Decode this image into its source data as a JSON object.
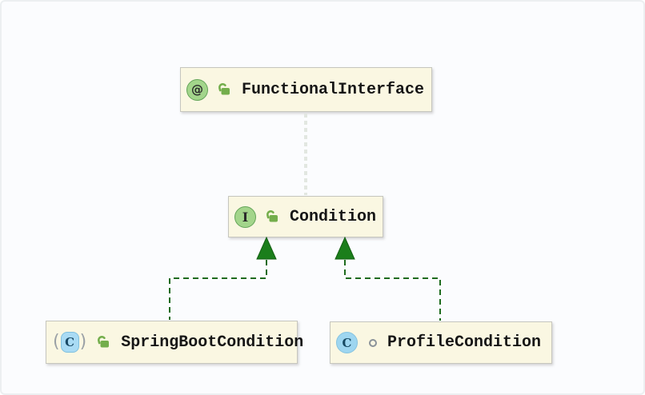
{
  "diagram": {
    "kind": "uml-class-diagram",
    "nodes": [
      {
        "label": "FunctionalInterface",
        "kind": "annotation",
        "badge": "@",
        "access": "public"
      },
      {
        "label": "Condition",
        "kind": "interface",
        "badge": "I",
        "access": "public"
      },
      {
        "label": "SpringBootCondition",
        "kind": "abstract-class",
        "badge": "C",
        "access": "public"
      },
      {
        "label": "ProfileCondition",
        "kind": "class",
        "badge": "C",
        "access": "package-local"
      }
    ],
    "edges": [
      {
        "from": "Condition",
        "to": "FunctionalInterface",
        "type": "annotation",
        "style": "dotted-light-gray"
      },
      {
        "from": "SpringBootCondition",
        "to": "Condition",
        "type": "realization",
        "style": "dashed-green-filled-triangle"
      },
      {
        "from": "ProfileCondition",
        "to": "Condition",
        "type": "realization",
        "style": "dashed-green-filled-triangle"
      }
    ],
    "icons": {
      "abstract_paren_left": "(",
      "abstract_paren_right": ")"
    },
    "colors": {
      "canvas_background": "#FBFCFE",
      "node_background": "#FAF7E2",
      "node_border": "#C6C6BE",
      "realization_line": "#1E6B1E",
      "arrow_fill": "#1B7E1B",
      "annotation_line": "#E2E7E1",
      "icon_green": "#A3D58B",
      "icon_blue": "#9ED6F0",
      "lock_green": "#74AE4C",
      "label_text": "#161616"
    }
  }
}
